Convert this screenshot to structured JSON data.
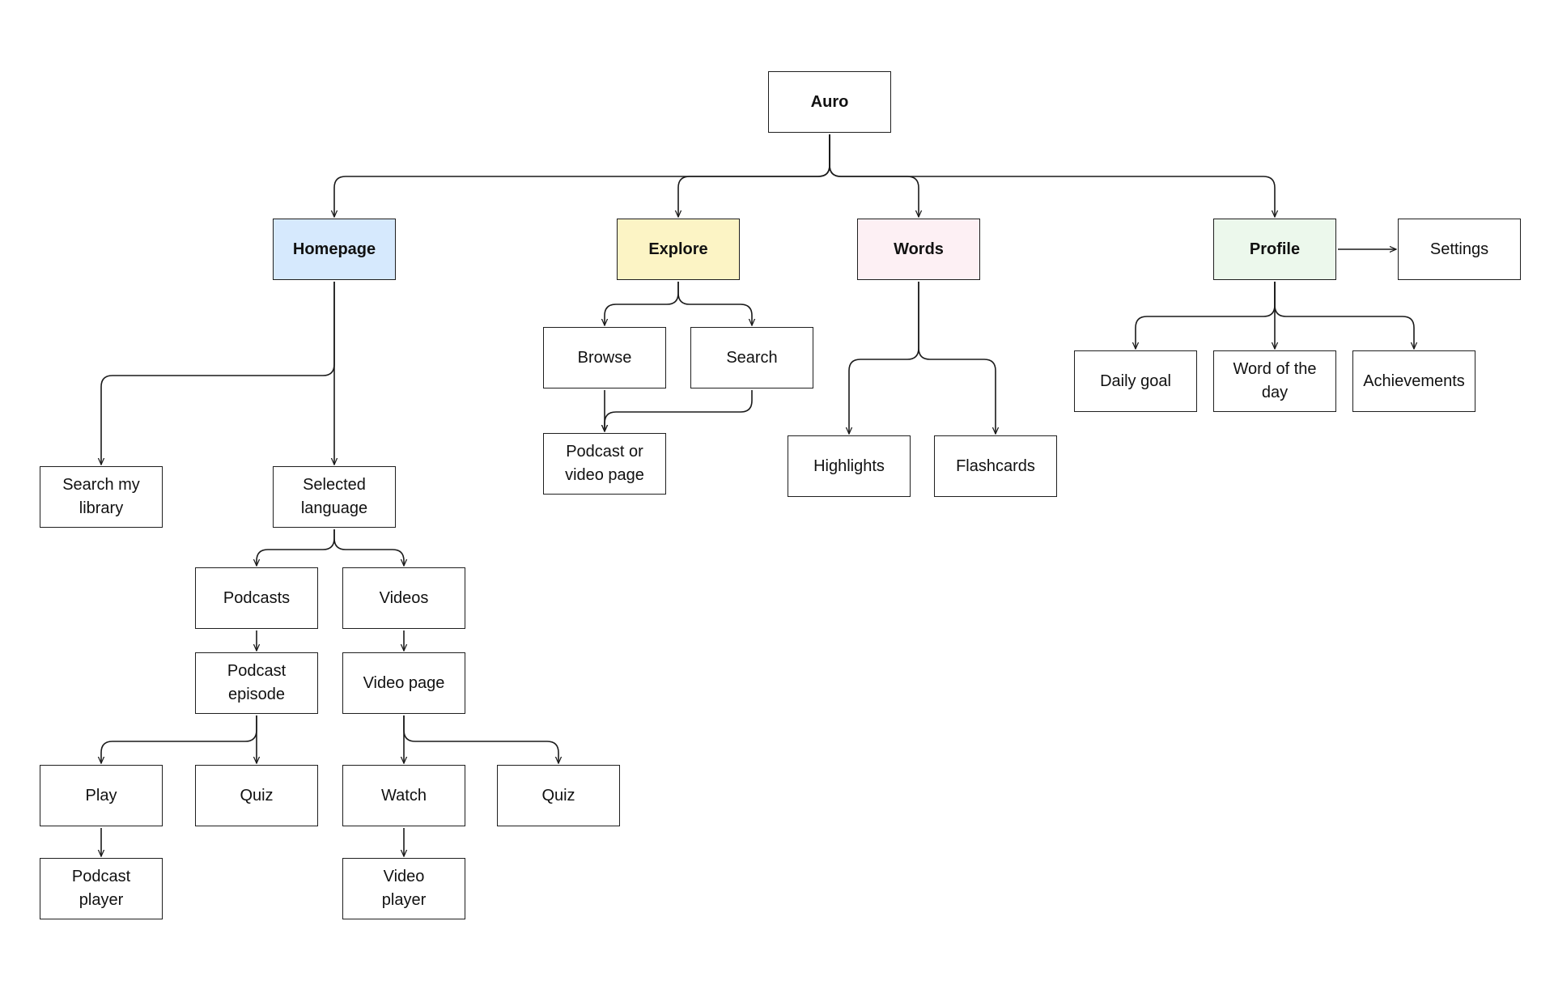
{
  "diagram": {
    "nodes": {
      "auro": {
        "label": "Auro",
        "bold": true,
        "fill": "#ffffff"
      },
      "homepage": {
        "label": "Homepage",
        "bold": true,
        "fill": "#d6e9fd"
      },
      "explore": {
        "label": "Explore",
        "bold": true,
        "fill": "#fcf4c5"
      },
      "words": {
        "label": "Words",
        "bold": true,
        "fill": "#fdf0f4"
      },
      "profile": {
        "label": "Profile",
        "bold": true,
        "fill": "#ecf8ec"
      },
      "settings": {
        "label": "Settings"
      },
      "browse": {
        "label": "Browse"
      },
      "search": {
        "label": "Search"
      },
      "podcast_or_video_page": {
        "label": "Podcast or\nvideo page"
      },
      "highlights": {
        "label": "Highlights"
      },
      "flashcards": {
        "label": "Flashcards"
      },
      "daily_goal": {
        "label": "Daily goal"
      },
      "word_of_the_day": {
        "label": "Word of the\nday"
      },
      "achievements": {
        "label": "Achievements"
      },
      "search_my_library": {
        "label": "Search my\nlibrary"
      },
      "selected_language": {
        "label": "Selected\nlanguage"
      },
      "podcasts": {
        "label": "Podcasts"
      },
      "videos": {
        "label": "Videos"
      },
      "podcast_episode": {
        "label": "Podcast\nepisode"
      },
      "video_page": {
        "label": "Video page"
      },
      "play": {
        "label": "Play"
      },
      "quiz_podcast": {
        "label": "Quiz"
      },
      "watch": {
        "label": "Watch"
      },
      "quiz_video": {
        "label": "Quiz"
      },
      "podcast_player": {
        "label": "Podcast\nplayer"
      },
      "video_player": {
        "label": "Video\nplayer"
      }
    },
    "edges": [
      [
        "auro",
        "homepage"
      ],
      [
        "auro",
        "explore"
      ],
      [
        "auro",
        "words"
      ],
      [
        "auro",
        "profile"
      ],
      [
        "profile",
        "settings"
      ],
      [
        "explore",
        "browse"
      ],
      [
        "explore",
        "search"
      ],
      [
        "browse",
        "podcast_or_video_page"
      ],
      [
        "search",
        "podcast_or_video_page"
      ],
      [
        "words",
        "highlights"
      ],
      [
        "words",
        "flashcards"
      ],
      [
        "profile",
        "daily_goal"
      ],
      [
        "profile",
        "word_of_the_day"
      ],
      [
        "profile",
        "achievements"
      ],
      [
        "homepage",
        "search_my_library"
      ],
      [
        "homepage",
        "selected_language"
      ],
      [
        "selected_language",
        "podcasts"
      ],
      [
        "selected_language",
        "videos"
      ],
      [
        "podcasts",
        "podcast_episode"
      ],
      [
        "videos",
        "video_page"
      ],
      [
        "podcast_episode",
        "play"
      ],
      [
        "podcast_episode",
        "quiz_podcast"
      ],
      [
        "video_page",
        "watch"
      ],
      [
        "video_page",
        "quiz_video"
      ],
      [
        "play",
        "podcast_player"
      ],
      [
        "watch",
        "video_player"
      ]
    ]
  }
}
